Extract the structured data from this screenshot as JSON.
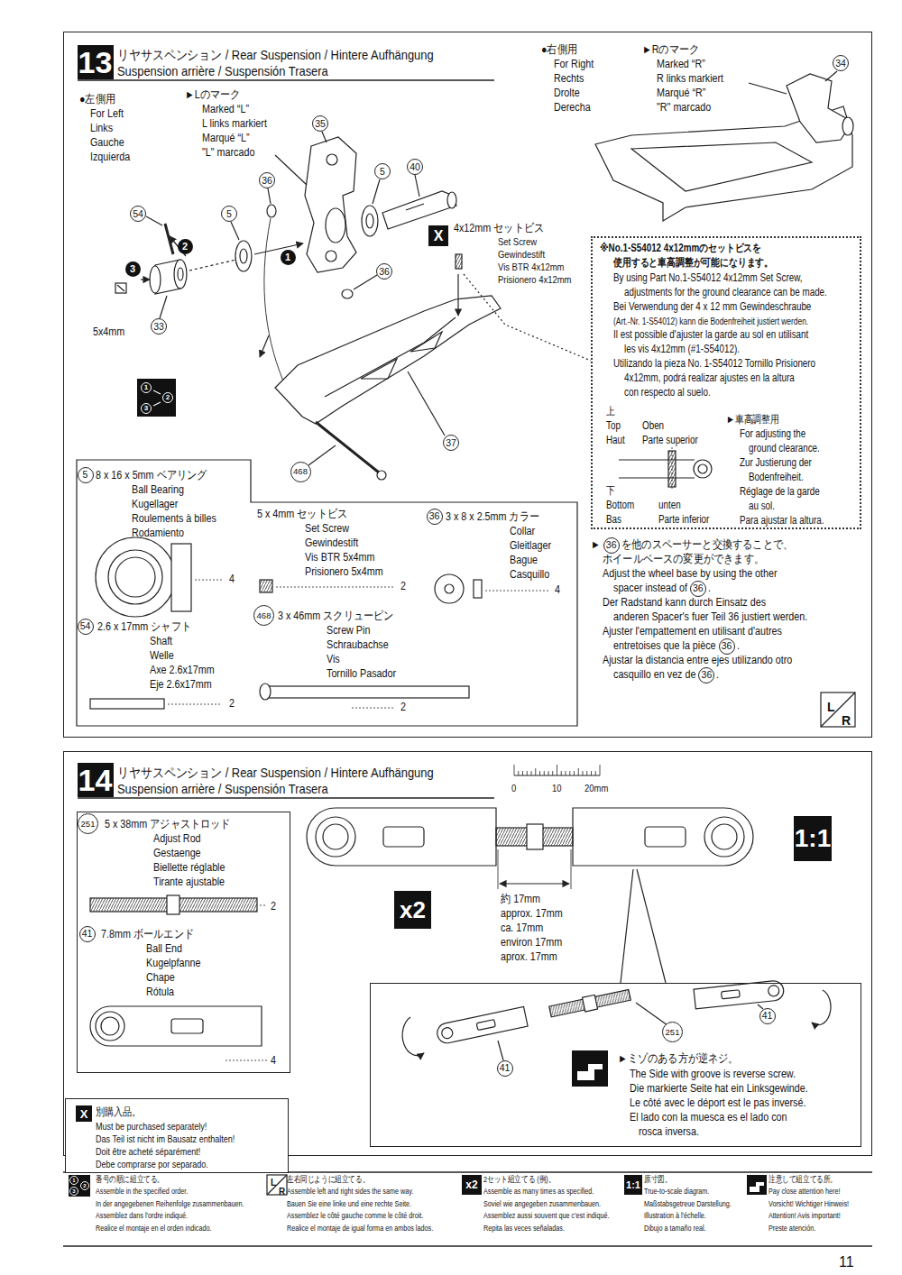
{
  "diagram": {
    "nodes": [
      {
        "text": [
          "13",
          "リヤサスペンション / Rear Suspension / Hintere Aufhängung",
          "Suspension arrière / Suspensión Trasera"
        ]
      },
      {
        "text": [
          "5",
          "8 x 16 x 5mm ベアリング",
          "Ball Bearing",
          "Kugellager",
          "Roulements à billes",
          "Rodamiento",
          "4",
          "54",
          "2.6 x 17mm シャフト",
          "Shaft",
          "Welle",
          "Axe 2.6x17mm",
          "Eje 2.6x17mm",
          "2",
          "5 x 4mm セットビス",
          "Set Screw",
          "Gewindestift",
          "Vis BTR 5x4mm",
          "Prisionero 5x4mm",
          "2",
          "36",
          "3 x 8 x 2.5mm カラー",
          "Collar",
          "Gleitlager",
          "Bague",
          "Casquillo",
          "4",
          "468",
          "3 x 46mm スクリューピン",
          "Screw Pin",
          "Schraubachse",
          "Vis",
          "Tornillo Pasador",
          "2"
        ],
        "in": 0
      },
      {
        "text": [
          "※No.1-S54012 4x12mmのセットビスを",
          "使用すると車高調整が可能になります。",
          "By using Part No.1-S54012 4x12mm Set Screw,",
          "adjustments for the ground clearance can be made.",
          "Bei Verwendung der 4 x 12 mm Gewindeschraube",
          "(Art.-Nr. 1-S54012) kann die Bodenfreiheit justiert werden.",
          "Il est possible d'ajuster la garde au sol en utilisant",
          "les vis 4x12mm (#1-S54012).",
          "Utilizando la pieza No. 1-S54012 Tornillo Prisionero",
          "4x12mm, podrá realizar ajustes en la altura",
          "con respecto al suelo.",
          "上",
          "Top",
          "Haut",
          "Oben",
          "Parte superior",
          "下",
          "Bottom",
          "Bas",
          "unten",
          "Parte inferior",
          "►車高調整用",
          "For adjusting the",
          "ground clearance.",
          "Zur Justierung der",
          "Bodenfreiheit.",
          "Réglage de la garde",
          "au sol.",
          "Para ajustar la altura."
        ],
        "in": 0
      },
      {
        "text": [
          "14",
          "リヤサスペンション / Rear Suspension / Hintere Aufhängung",
          "Suspension arrière / Suspensión Trasera"
        ]
      },
      {
        "text": [
          "251",
          "5 x 38mm アジャストロッド",
          "Adjust Rod",
          "Gestaenge",
          "Biellette réglable",
          "Tirante ajustable",
          "2",
          "41",
          "7.8mm ボールエンド",
          "Ball End",
          "Kugelpfanne",
          "Chape",
          "Rótula",
          "4"
        ],
        "in": 3
      },
      {
        "text": [
          "41",
          "251",
          "41",
          "►ミゾのある方が逆ネジ。",
          "The Side with groove is reverse screw.",
          "Die markierte Seite hat ein Linksgewinde.",
          "Le côté avec le déport est le pas inversé.",
          "El lado con la muesca es el lado con",
          "rosca inversa."
        ],
        "in": 3
      },
      {
        "text": [
          "X",
          "別購入品。",
          "Must be purchased separately!",
          "Das Teil ist nicht im Bausatz enthalten!",
          "Doit être acheté séparément!",
          "Debe comprarse por separado."
        ]
      }
    ],
    "labels": [
      "●左側用",
      "For Left",
      "Links",
      "Gauche",
      "Izquierda",
      "►Lのマーク",
      "Marked “L”",
      "L links markiert",
      "Marqué “L”",
      "\"L\" marcado",
      "35",
      "36",
      "5",
      "40",
      "54",
      "5",
      "36",
      "33",
      "37",
      "468",
      "34",
      "1",
      "2",
      "3",
      "5x4mm",
      "X",
      "4x12mm セットビス",
      "Set Screw",
      "Gewindestift",
      "Vis BTR 4x12mm",
      "Prisionero 4x12mm",
      "1",
      "2",
      "3",
      "●右側用",
      "For Right",
      "Rechts",
      "Drolte",
      "Derecha",
      "►Rのマーク",
      "Marked “R”",
      "R links markiert",
      "Marqué “R”",
      "\"R\" marcado",
      "►",
      "36",
      "を他のスペーサーと交換することで、",
      "ホイールベースの変更ができます。",
      "Adjust the wheel base by using the other",
      "spacer instead of",
      "36",
      ".",
      "Der Radstand kann durch Einsatz des",
      "anderen Spacer's fuer Teil 36 justiert werden.",
      "Ajuster l'empattement en utilisant d'autres",
      "entretoises que la pièce",
      "36",
      ".",
      "Ajustar la distancia entre ejes utilizando otro",
      "casquillo en vez de",
      "36",
      ".",
      "L",
      "R",
      "0",
      "10",
      "20mm",
      "約 17mm",
      "approx. 17mm",
      "ca. 17mm",
      "environ 17mm",
      "aprox. 17mm",
      "x2",
      "1:1",
      "番号の順に組立てる。",
      "Assemble in the specified order.",
      "In der angegebenen Reihenfolge zusammenbauen.",
      "Assemblez dans l'ordre indiqué.",
      "Realice el montaje en el orden indicado.",
      "左右同じように組立てる。",
      "Assemble left and right sides the same way.",
      "Bauen Sie eine linke und eine rechte Seite.",
      "Assemblez le côté gauche comme le côté droit.",
      "Realice el montaje de igual forma en ambos lados.",
      "2セット組立てる (例)。",
      "Assemble as many times as specified.",
      "Soviel wie angegeben zusammenbauen.",
      "Assemblez aussi souvent que c'est indiqué.",
      "Repita las veces señaladas.",
      "原寸図。",
      "True-to-scale diagram.",
      "Maßstabsgetreue Darstellung.",
      "Illustration à l'échelle.",
      "Dibujo a tamaño real.",
      "注意して組立てる所。",
      "Pay close attention here!",
      "Vorsicht! Wichtiger Hinweis!",
      "Attention! Avis important!",
      "Preste atención.",
      "1",
      "2",
      "3",
      "L",
      "R",
      "x2",
      "1:1",
      "11"
    ]
  }
}
